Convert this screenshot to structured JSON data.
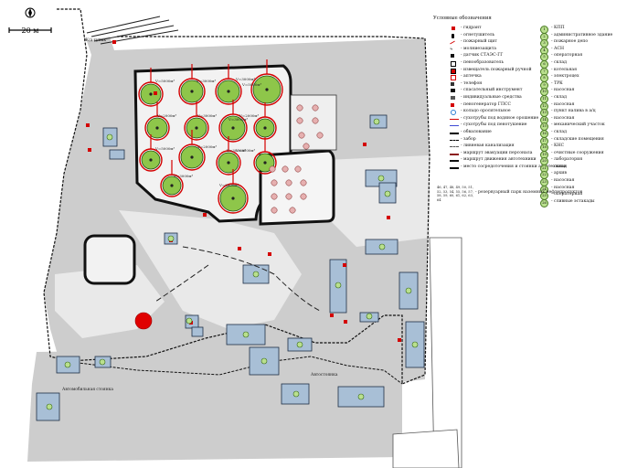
{
  "scale": {
    "label": "20 м"
  },
  "legend": {
    "title": "Условные обозначения",
    "left_items": [
      {
        "symbol": "hydrant-icon",
        "label": "- гидрант"
      },
      {
        "symbol": "extinguisher-icon",
        "label": "- огнетушитель"
      },
      {
        "symbol": "fire-shield-icon",
        "label": "- пожарный щит"
      },
      {
        "symbol": "lightning-icon",
        "label": "- молниезащита"
      },
      {
        "symbol": "detector-icon",
        "label": "- датчик СТАЭС-ГГ"
      },
      {
        "symbol": "foam-generator-icon",
        "label": "- пенообразователь"
      },
      {
        "symbol": "manual-call-icon",
        "label": "- извещатель пожарный ручной"
      },
      {
        "symbol": "first-aid-icon",
        "label": "- аптечка"
      },
      {
        "symbol": "phone-icon",
        "label": "- телефон"
      },
      {
        "symbol": "tool-cabinet-icon",
        "label": "- спасательный инструмент"
      },
      {
        "symbol": "ppe-cabinet-icon",
        "label": "- индивидуальные средства"
      },
      {
        "symbol": "foam-line-icon",
        "label": "- пеногенератор ГПСС"
      },
      {
        "symbol": "foam-ring-icon",
        "label": "- кольцо оросительное"
      },
      {
        "symbol": "water-pipe-icon",
        "label": "- сухотрубы под водяное орошение"
      },
      {
        "symbol": "foam-pipe-icon",
        "label": "- сухотрубы под пенотушение"
      },
      {
        "symbol": "embankment-icon",
        "label": "- обвалование"
      },
      {
        "symbol": "fence-icon",
        "label": "- забор"
      },
      {
        "symbol": "sewer-icon",
        "label": "- ливневая канализация"
      },
      {
        "symbol": "evac-route-icon",
        "label": "- маршрут эвакуации персонала"
      },
      {
        "symbol": "vehicle-route-icon",
        "label": "- маршрут движения автотехники"
      },
      {
        "symbol": "vehicle-area-icon",
        "label": "- место сосредоточения и стоянки автотехники"
      }
    ],
    "right_items": [
      {
        "n": "1",
        "label": "- КПП"
      },
      {
        "n": "2",
        "label": "- административное здание"
      },
      {
        "n": "3",
        "label": "- пожарное депо"
      },
      {
        "n": "4",
        "label": "- АСН"
      },
      {
        "n": "5",
        "label": "- операторная"
      },
      {
        "n": "6",
        "label": "- склад"
      },
      {
        "n": "7",
        "label": "- котельная"
      },
      {
        "n": "8",
        "label": "- электроцех"
      },
      {
        "n": "9",
        "label": "- ТРК"
      },
      {
        "n": "10",
        "label": "- насосная"
      },
      {
        "n": "11",
        "label": "- склад"
      },
      {
        "n": "12",
        "label": "- насосная"
      },
      {
        "n": "13",
        "label": "- пункт налива в а/ц"
      },
      {
        "n": "14",
        "label": "- насосная"
      },
      {
        "n": "15",
        "label": "- механический участок"
      },
      {
        "n": "16",
        "label": "- склад"
      },
      {
        "n": "17",
        "label": "- складские помещения"
      },
      {
        "n": "18",
        "label": "- КНС"
      },
      {
        "n": "19",
        "label": "- очистные сооружения"
      },
      {
        "n": "20",
        "label": "- лаборатория"
      },
      {
        "n": "21",
        "label": "- склад"
      },
      {
        "n": "22",
        "label": "- архив"
      },
      {
        "n": "23",
        "label": "- насосная"
      },
      {
        "n": "24",
        "label": "- насосная"
      },
      {
        "n": "25",
        "label": "- операторная"
      },
      {
        "n": "26",
        "label": "- сливные эстакады"
      }
    ]
  },
  "reserve_park": {
    "numbers": "46, 47, 48, 49, 50, 51, 52, 53, 54, 55, 56, 57, 58, 59, 60, 61, 62, 63, 64",
    "label": "- резервуарный парк наземных нефтепродуктов"
  },
  "labels": {
    "rail_top": "Ж/д тупик",
    "road_left": "Автомобильная стоянка",
    "road_right": "Автостоянка"
  },
  "tank_labels": [
    "V=5000м³",
    "V=3000м³",
    "V=3000м³",
    "V=5000м³",
    "V=2000м³",
    "V=3000м³",
    "V=2000м³",
    "V=3000м³",
    "V=5000м³",
    "V=2000м³",
    "V=3000м³",
    "V=3000м³",
    "V=5000м³",
    "V=3000м³"
  ],
  "colors": {
    "ground": "#c8c8c8",
    "building": "#a8bfd6",
    "tank": "#8ec64a",
    "fire": "#d40000",
    "embankment": "#111111"
  }
}
